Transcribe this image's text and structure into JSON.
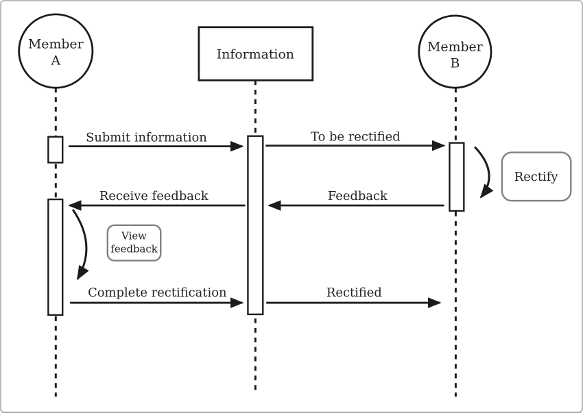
{
  "diagram": {
    "type": "uml-sequence-diagram",
    "actors": [
      {
        "name": "Member A",
        "lines": [
          "Member",
          "A"
        ],
        "shape": "circle"
      },
      {
        "name": "Information",
        "lines": [
          "Information"
        ],
        "shape": "rectangle"
      },
      {
        "name": "Member B",
        "lines": [
          "Member",
          "B"
        ],
        "shape": "circle"
      }
    ],
    "messages": [
      {
        "label": "Submit information",
        "from": "Member A",
        "to": "Information",
        "direction": "right"
      },
      {
        "label": "To be rectified",
        "from": "Information",
        "to": "Member B",
        "direction": "right"
      },
      {
        "label": "Receive feedback",
        "from": "Information",
        "to": "Member A",
        "direction": "left"
      },
      {
        "label": "Feedback",
        "from": "Member B",
        "to": "Information",
        "direction": "left"
      },
      {
        "label": "Complete rectification",
        "from": "Member A",
        "to": "Information",
        "direction": "right"
      },
      {
        "label": "Rectified",
        "from": "Information",
        "to": "Member B",
        "direction": "right"
      }
    ],
    "self_actions": [
      {
        "actor": "Member B",
        "label": "Rectify",
        "lines": [
          "Rectify"
        ]
      },
      {
        "actor": "Member A",
        "label": "View feedback",
        "lines": [
          "View",
          "feedback"
        ]
      }
    ],
    "colors": {
      "line": "#1c1c1c",
      "text": "#222222",
      "annotation_border": "#808080",
      "frame_border": "#b8b8b8",
      "background": "#ffffff"
    }
  }
}
